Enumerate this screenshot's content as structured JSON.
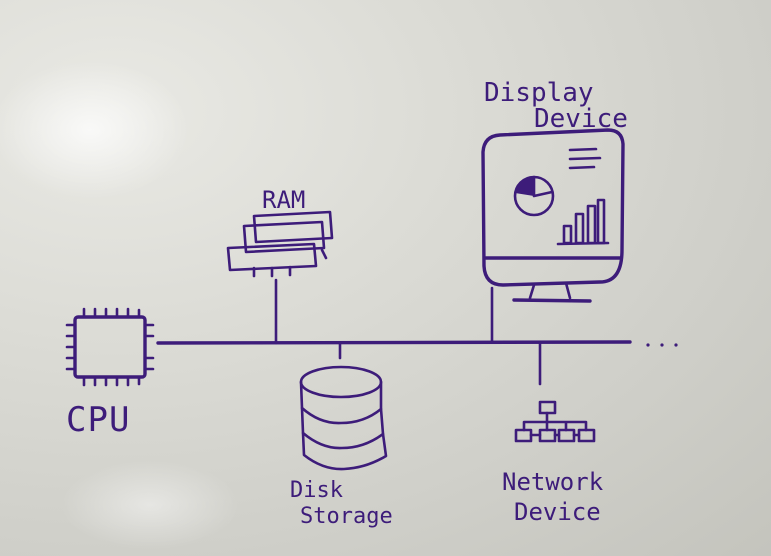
{
  "diagram": {
    "labels": {
      "cpu": "CPU",
      "ram": "RAM",
      "display_line1": "Display",
      "display_line2": "Device",
      "disk_line1": "Disk",
      "disk_line2": "Storage",
      "network_line1": "Network",
      "network_line2": "Device",
      "bus_continuation": ". . ."
    },
    "colors": {
      "ink": "#3d1c7a",
      "board": "#d8d8d2"
    }
  }
}
